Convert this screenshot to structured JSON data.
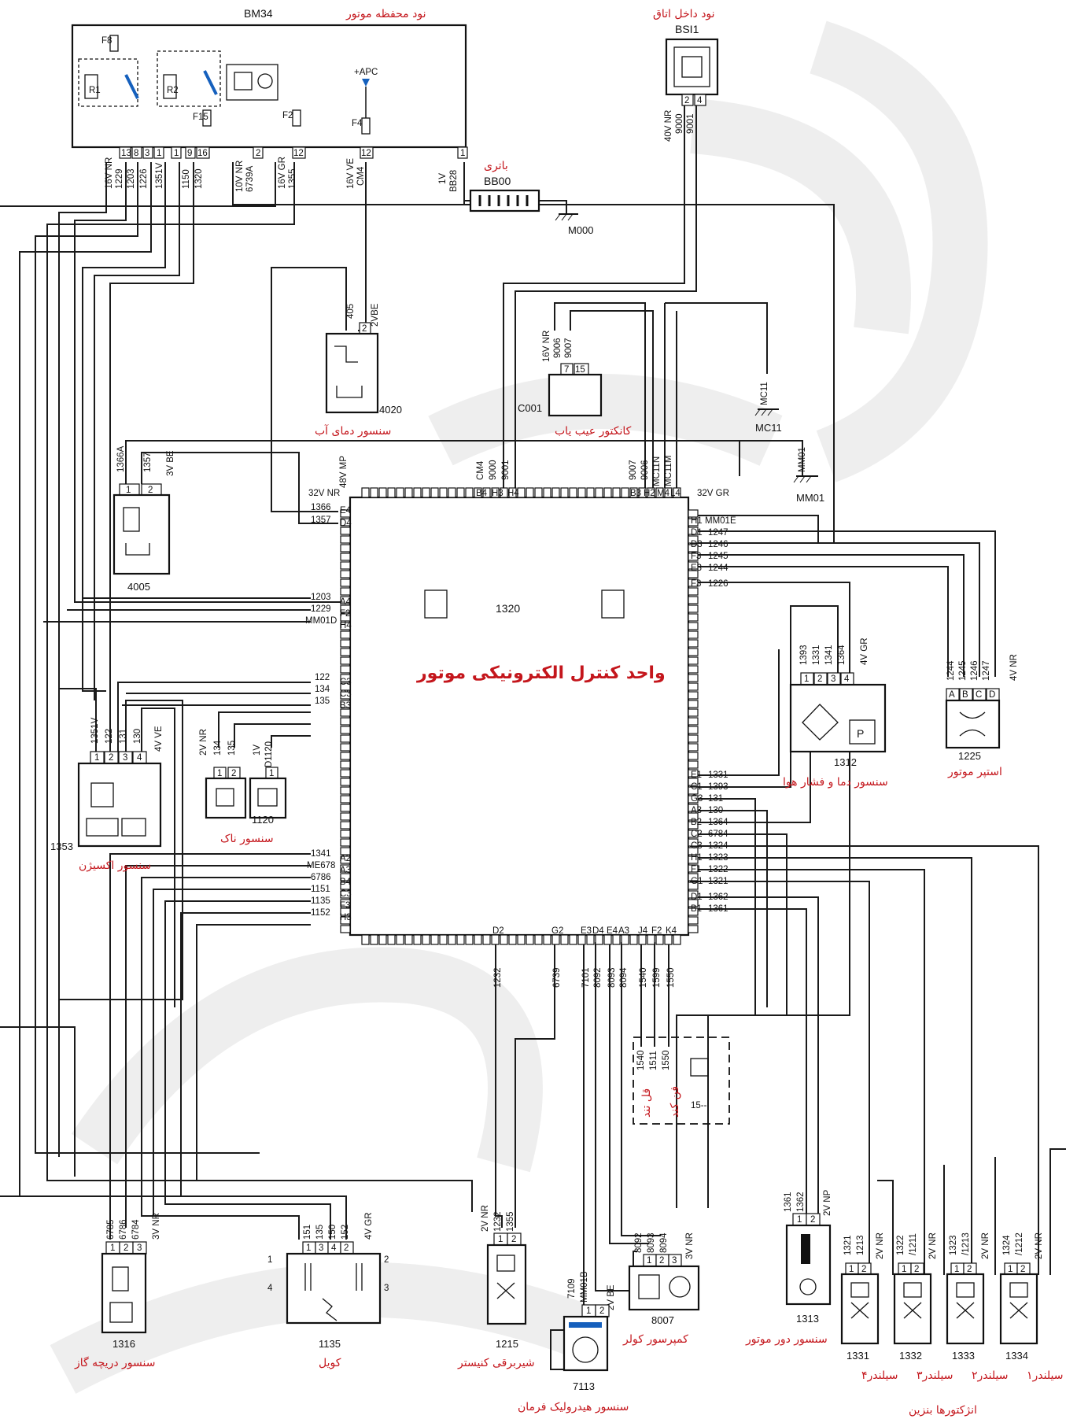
{
  "ecu": {
    "id": "1320",
    "title": "واحد کنترل الکترونیکی موتور"
  },
  "bm34": {
    "id": "BM34",
    "title": "نود محفظه موتور",
    "fuses": [
      "F8",
      "F15",
      "F2",
      "F4"
    ],
    "relays": [
      "R1",
      "R2"
    ],
    "apc": "+APC",
    "pins": [
      "13",
      "8",
      "3",
      "1",
      "1",
      "9",
      "16",
      "2",
      "12",
      "12",
      "1"
    ],
    "wire_labels": [
      "16V NR",
      "1229",
      "1203",
      "1226",
      "1351V",
      "1150",
      "1320",
      "10V NR",
      "6739A",
      "16V GR",
      "1355",
      "16V VE",
      "CM4",
      "1V",
      "BB28"
    ]
  },
  "bsi": {
    "id": "BSI1",
    "title": "نود داخل اتاق",
    "pins": [
      "2",
      "4"
    ],
    "wire_labels": [
      "40V NR",
      "9000",
      "9001"
    ]
  },
  "battery": {
    "id": "BB00",
    "title": "باتری",
    "ground": "M000"
  },
  "grounds": {
    "mc11": "MC11",
    "mm01": "MM01"
  },
  "coolant_sensor": {
    "id": "4020",
    "title": "سنسور دمای آب",
    "wire_labels": [
      "405",
      "2VBE"
    ],
    "pins": [
      "2"
    ]
  },
  "diag_conn": {
    "id": "C001",
    "title": "کانکتور عیب یاب",
    "pins": [
      "7",
      "15"
    ],
    "wire_labels": [
      "16V NR",
      "9006",
      "9007"
    ]
  },
  "sensor_4005": {
    "id": "4005",
    "pins": [
      "1",
      "2"
    ],
    "wire_labels": [
      "1366A",
      "1357",
      "3V BE"
    ]
  },
  "ecu_top": {
    "left": [
      "CM4",
      "9000",
      "9001"
    ],
    "left_pins": [
      "B4",
      "H3",
      "H4"
    ],
    "right": [
      "9007",
      "9006",
      "MC11N",
      "MC11M"
    ],
    "right_pins": [
      "B3",
      "H2",
      "M4",
      "L4"
    ]
  },
  "ecu_left_block1": {
    "header": [
      "32V NR",
      "48V MP"
    ],
    "wires": [
      "1366",
      "1357"
    ],
    "pins": [
      "E4",
      "D4"
    ]
  },
  "ecu_left_block2": {
    "wires": [
      "1203",
      "1229",
      "MM01D"
    ],
    "pins": [
      "A4",
      "F2",
      "H4"
    ]
  },
  "ecu_left_block3": {
    "wires": [
      "122",
      "134",
      "135"
    ],
    "pins": [
      "C3",
      "C3",
      "B3"
    ]
  },
  "ecu_left_block4": {
    "wires": [
      "1341",
      "ME678",
      "6786",
      "1151",
      "1135",
      "1152"
    ],
    "pins": [
      "A2",
      "A3",
      "B4",
      "C3",
      "F3",
      "H3"
    ]
  },
  "ecu_right_block1": {
    "header": "32V GR",
    "wires": [
      "MM01E",
      "1247",
      "1246",
      "1245",
      "1244",
      "1226"
    ],
    "pins": [
      "H1",
      "D1",
      "D3",
      "F3",
      "E3",
      "F3"
    ]
  },
  "ecu_right_block2": {
    "wires": [
      "1331",
      "1393",
      "131",
      "130",
      "1364",
      "6784",
      "1324",
      "1323",
      "1322",
      "1321",
      "1362",
      "1361"
    ],
    "pins": [
      "E1",
      "C1",
      "G3",
      "A3",
      "B2",
      "C2",
      "C3",
      "H1",
      "F1",
      "G1",
      "D1",
      "B1"
    ]
  },
  "ecu_bottom": {
    "wires": [
      "1232",
      "6739",
      "7101",
      "8092",
      "8093",
      "8094",
      "1540",
      "1599",
      "1550"
    ],
    "pins": [
      "D2",
      "G2",
      "E3",
      "D4",
      "E4",
      "A3",
      "J4",
      "F2",
      "K4"
    ]
  },
  "oxygen_sensor": {
    "id": "1353",
    "title": "سنسور اکسیژن",
    "pins": [
      "1",
      "2",
      "3",
      "4"
    ],
    "wire_labels": [
      "1351V",
      "122",
      "131",
      "130",
      "4V VE"
    ]
  },
  "knock_sensor": {
    "id": "1120",
    "title": "سنسور ناک",
    "pins": [
      "1",
      "2",
      "1"
    ],
    "wire_labels": [
      "2V NR",
      "134",
      "135",
      "1V",
      "D1120"
    ]
  },
  "map_sensor": {
    "id": "1312",
    "title": "سنسور دما و فشار هوا",
    "pins": [
      "1",
      "2",
      "3",
      "4"
    ],
    "wire_labels": [
      "1393",
      "1331",
      "1341",
      "1364",
      "4V GR"
    ]
  },
  "stepper": {
    "id": "1225",
    "title": "استپر موتور",
    "pins": [
      "A",
      "B",
      "C",
      "D"
    ],
    "wire_labels": [
      "1244",
      "1245",
      "1246",
      "1247",
      "4V NR"
    ]
  },
  "dashed_box": {
    "wire_labels": [
      "1540",
      "1511",
      "1550"
    ],
    "labels": [
      "قل تند",
      "فن کند"
    ],
    "text": "15--"
  },
  "throttle": {
    "id": "1316",
    "title": "سنسور دریچه گاز",
    "pins": [
      "1",
      "2",
      "3"
    ],
    "wire_labels": [
      "6785",
      "6786",
      "6784",
      "3V NR"
    ]
  },
  "coil": {
    "id": "1135",
    "title": "کویل",
    "pins": [
      "1",
      "3",
      "4",
      "2"
    ],
    "wire_labels": [
      "151",
      "135",
      "150",
      "152",
      "4V GR"
    ],
    "terminals": [
      "1",
      "2",
      "3",
      "4"
    ]
  },
  "canister": {
    "id": "1215",
    "title": "شیربرقی کنیستر",
    "pins": [
      "1",
      "2"
    ],
    "wire_labels": [
      "2V NR",
      "1232",
      "1355"
    ]
  },
  "steering": {
    "id": "7113",
    "title": "سنسور هیدرولیک فرمان",
    "pins": [
      "1",
      "2"
    ],
    "wire_labels": [
      "7109",
      "MM01B",
      "2V BE"
    ]
  },
  "ac_comp": {
    "id": "8007",
    "title": "کمپرسور کولر",
    "pins": [
      "1",
      "2",
      "3"
    ],
    "wire_labels": [
      "8092",
      "8093",
      "8094",
      "3V NR"
    ]
  },
  "rpm_sensor": {
    "id": "1313",
    "title": "سنسور دور موتور",
    "pins": [
      "1",
      "2"
    ],
    "wire_labels": [
      "1361",
      "1362",
      "2V NP"
    ]
  },
  "injectors": {
    "title": "انژکتورها بنزین",
    "items": [
      {
        "id": "1331",
        "cyl": "سیلندر۱",
        "w1": "1321",
        "w2": "1213",
        "v": "2V NR"
      },
      {
        "id": "1332",
        "cyl": "سیلندر۲",
        "w1": "1322",
        "w2": "/1211",
        "v": "2V NR"
      },
      {
        "id": "1333",
        "cyl": "سیلندر۳",
        "w1": "1323",
        "w2": "/1213",
        "v": "2V NR"
      },
      {
        "id": "1334",
        "cyl": "سیلندر۴",
        "w1": "1324",
        "w2": "/1212",
        "v": "2V NR"
      }
    ]
  }
}
